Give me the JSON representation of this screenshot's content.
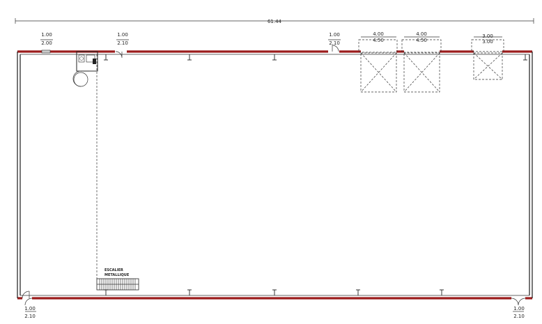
{
  "overall_dimension": "61.44",
  "openings_top": [
    {
      "width": "1.00",
      "height": "2.00"
    },
    {
      "width": "1.00",
      "height": "2.10"
    },
    {
      "width": "1.00",
      "height": "2.10"
    }
  ],
  "overhead_doors": [
    {
      "width": "4.00",
      "height": "4.50"
    },
    {
      "width": "4.00",
      "height": "4.50"
    },
    {
      "width": "3.00",
      "height": "3.00"
    }
  ],
  "openings_bottom": [
    {
      "width": "1.00",
      "height": "2.10"
    },
    {
      "width": "1.00",
      "height": "2.10"
    }
  ],
  "stair_label_line1": "ESCALIER",
  "stair_label_line2": "METALLIQUE",
  "colors": {
    "wall": "#9b1c1c",
    "line": "#1a1a1a"
  }
}
